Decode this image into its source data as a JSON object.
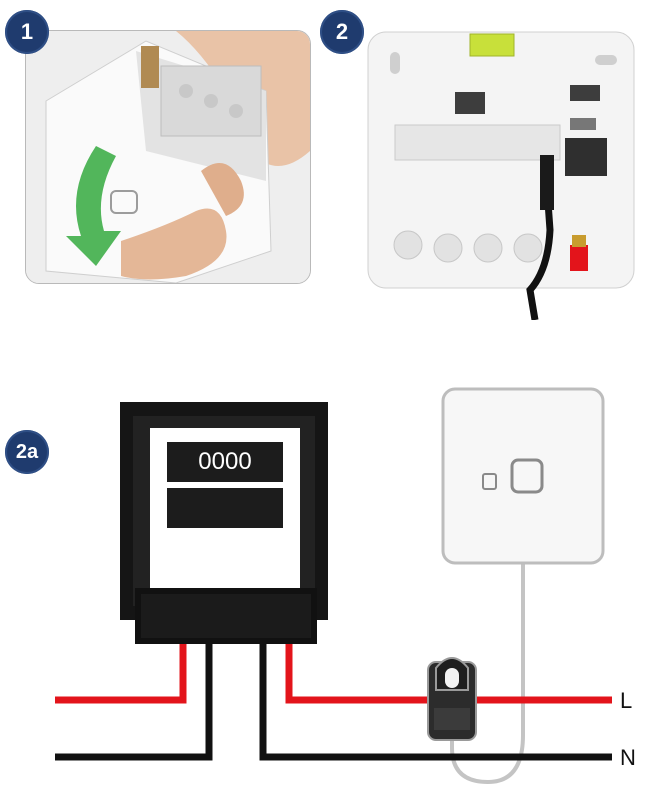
{
  "steps": {
    "step1": "1",
    "step2": "2",
    "step2a": "2a"
  },
  "meter": {
    "display_value": "0000"
  },
  "wires": {
    "live_label": "L",
    "neutral_label": "N"
  },
  "colors": {
    "badge": "#1f3b6e",
    "live_wire": "#e3141b",
    "neutral_wire": "#111111",
    "sensor_cable": "#c4c4c4",
    "arrow": "#3fae49"
  },
  "icons": {
    "step1_photo": "hand-opening-device-photo",
    "step2_photo": "device-back-plate-photo",
    "energy_meter": "energy-meter-icon",
    "ct_clamp": "current-clamp-icon",
    "gateway": "gateway-device-icon"
  }
}
